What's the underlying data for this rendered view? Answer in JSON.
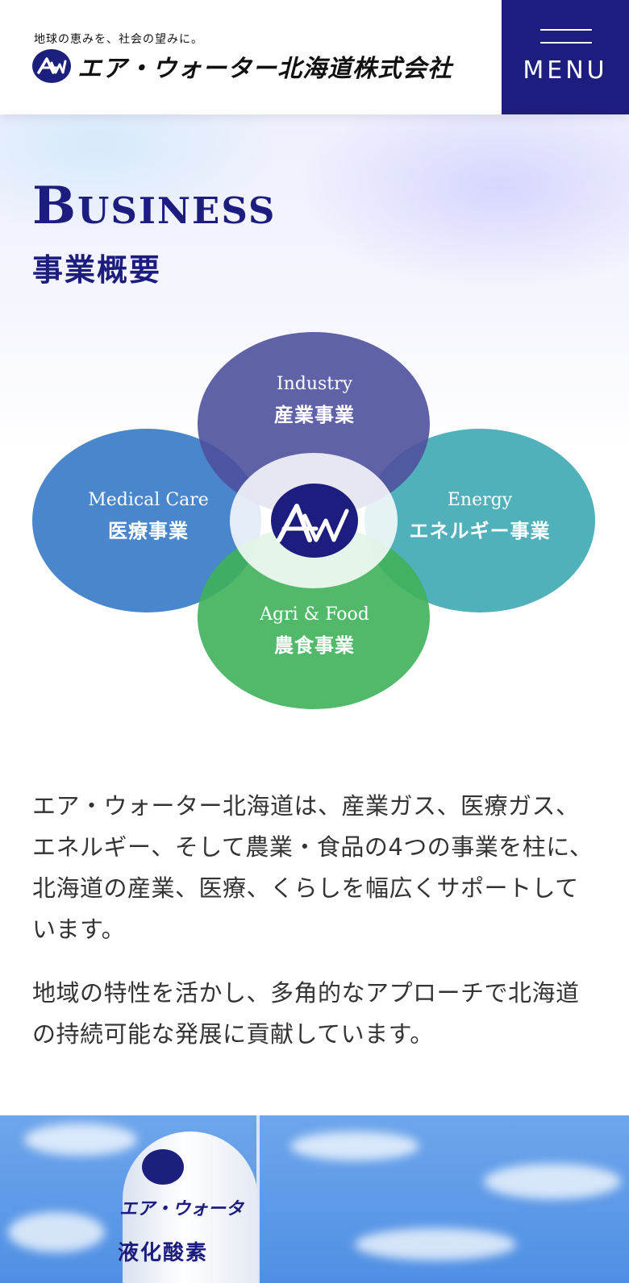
{
  "header": {
    "tagline": "地球の恵みを、社会の望みに。",
    "logo_text": "エア・ウォーター北海道株式会社",
    "menu_label": "MENU"
  },
  "section": {
    "title_en": "Business",
    "title_ja": "事業概要"
  },
  "diagram": {
    "petals": [
      {
        "en": "Industry",
        "ja": "産業事業",
        "color": "#5b5ca8"
      },
      {
        "en": "Medical Care",
        "ja": "医療事業",
        "color": "#4a88cd"
      },
      {
        "en": "Energy",
        "ja": "エネルギー事業",
        "color": "#4fb0bb"
      },
      {
        "en": "Agri & Food",
        "ja": "農食事業",
        "color": "#4fb865"
      }
    ],
    "center_icon": "air-water-logo-icon"
  },
  "description": {
    "paragraph1": "エア・ウォーター北海道は、産業ガス、医療ガス、エネルギー、そして農業・食品の4つの事業を柱に、北海道の産業、医療、くらしを幅広くサポートしています。",
    "paragraph2": "地域の特性を活かし、多角的なアプローチで北海道の持続可能な発展に貢献しています。"
  },
  "photo": {
    "tank_brand": "エア・ウォータ",
    "tank_name": "液化酸素"
  },
  "colors": {
    "brand_navy": "#1c1d7e",
    "text": "#333333"
  }
}
